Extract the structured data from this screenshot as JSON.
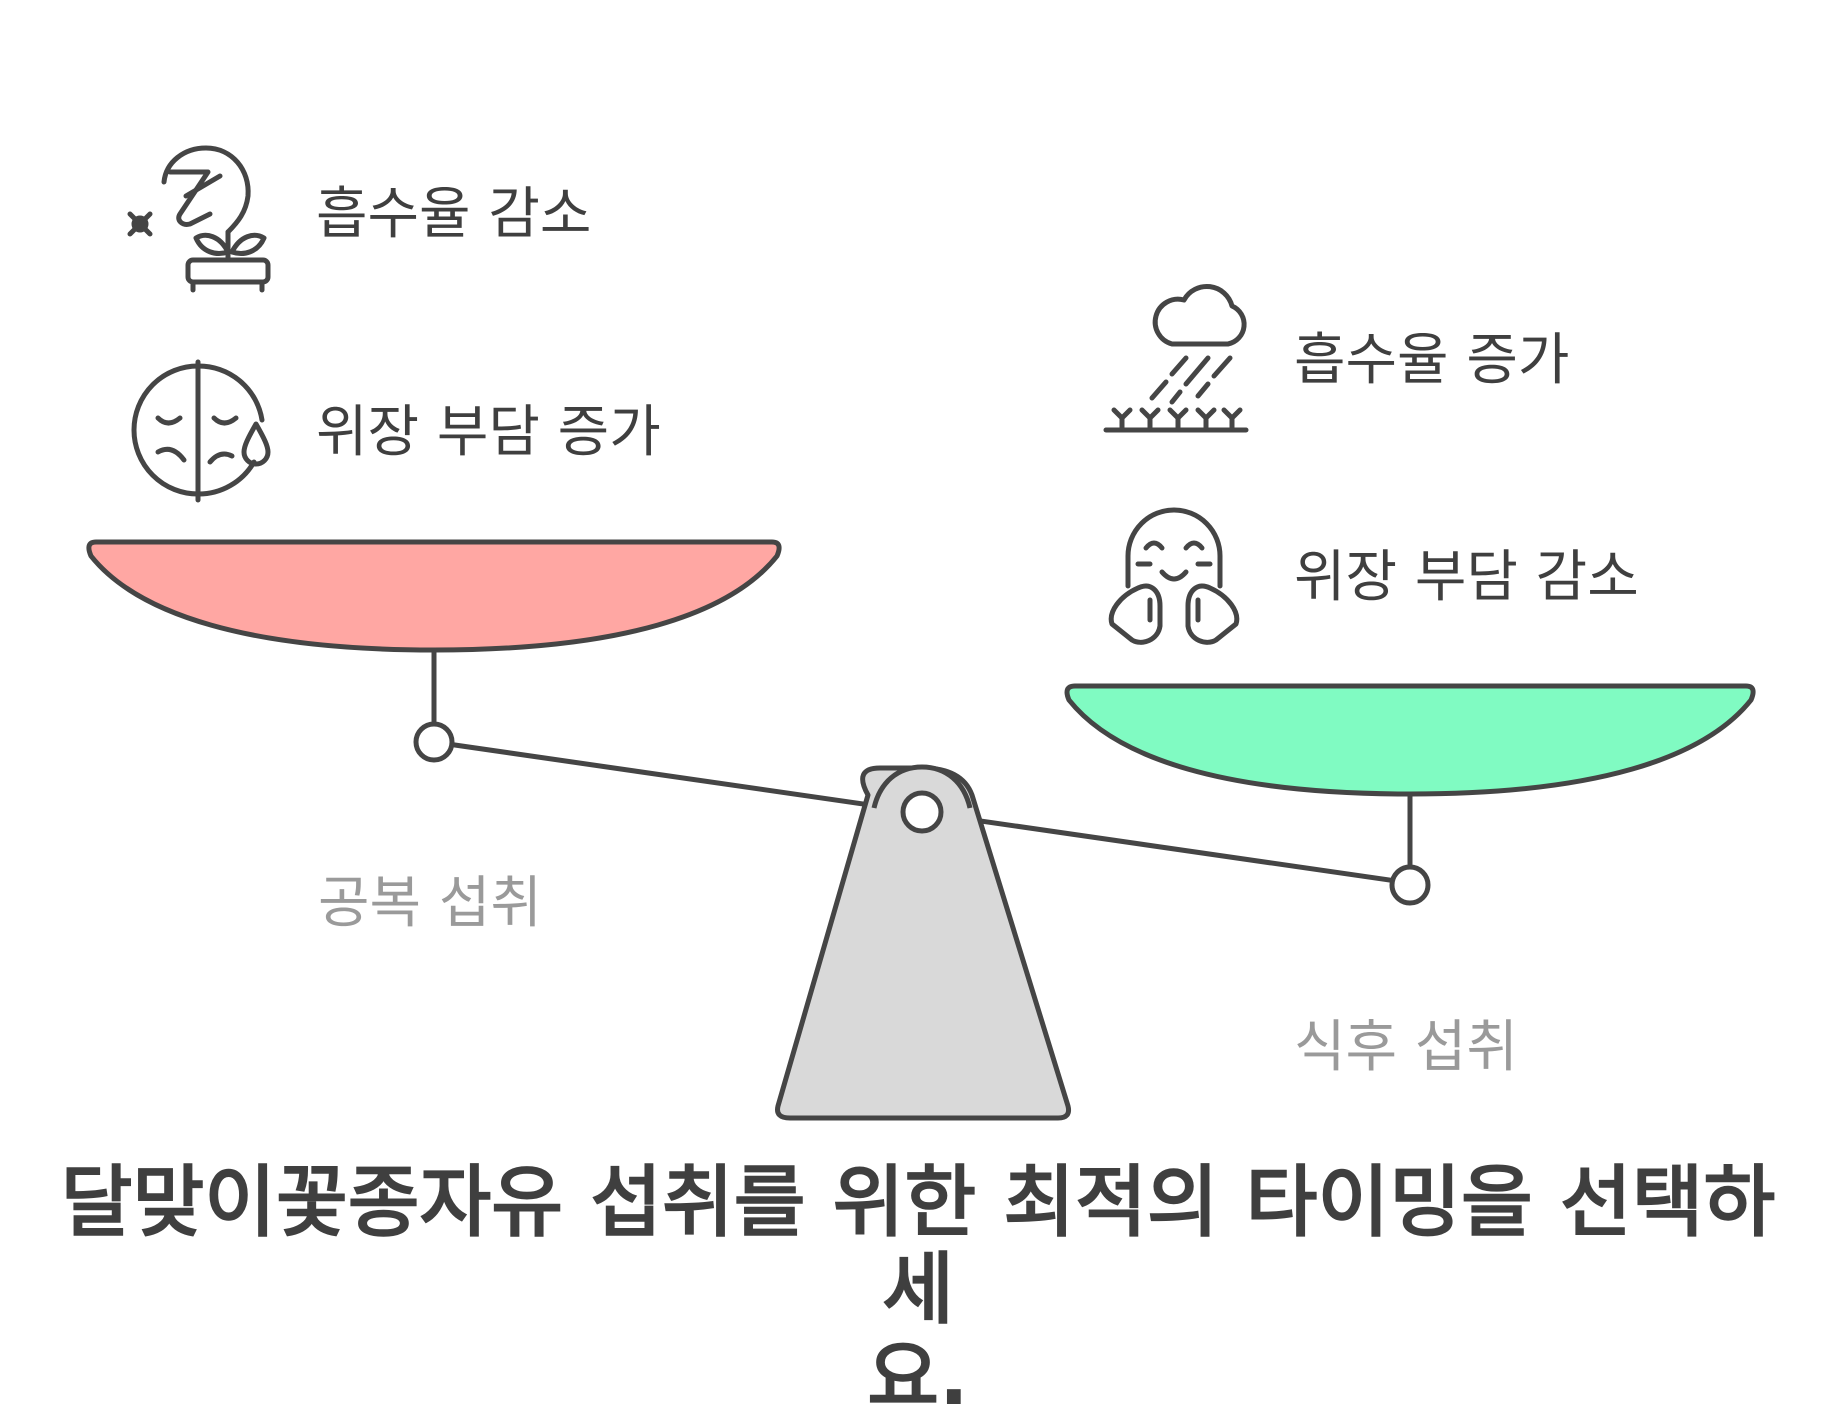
{
  "title": {
    "line1": "달맞이꽃종자유 섭취를 위한 최적의 타이밍을 선택하세",
    "line2": "요."
  },
  "left": {
    "label": "공복 섭취",
    "color": "#FFA7A3",
    "items": [
      {
        "text": "흡수율 감소",
        "icon": "wilting-plant-icon"
      },
      {
        "text": "위장 부담 증가",
        "icon": "sad-face-icon"
      }
    ]
  },
  "right": {
    "label": "식후 섭취",
    "color": "#80FBC2",
    "items": [
      {
        "text": "흡수율 증가",
        "icon": "rain-cloud-grass-icon"
      },
      {
        "text": "위장 부담 감소",
        "icon": "happy-face-icon"
      }
    ]
  },
  "colors": {
    "stroke": "#454545",
    "fulcrum": "#D9D9D9"
  }
}
